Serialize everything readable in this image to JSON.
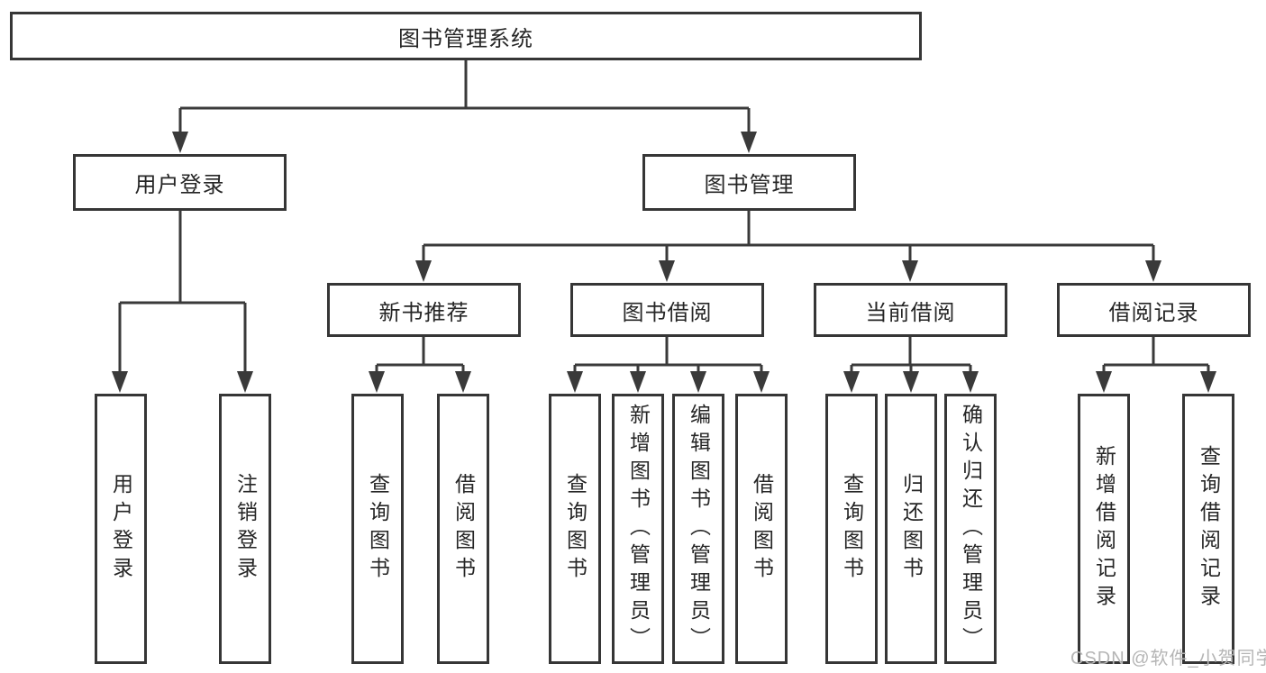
{
  "tree": {
    "label": "图书管理系统",
    "children": [
      {
        "label": "用户登录",
        "children": [
          {
            "label": "用户登录"
          },
          {
            "label": "注销登录"
          }
        ]
      },
      {
        "label": "图书管理",
        "children": [
          {
            "label": "新书推荐",
            "children": [
              {
                "label": "查询图书"
              },
              {
                "label": "借阅图书"
              }
            ]
          },
          {
            "label": "图书借阅",
            "children": [
              {
                "label": "查询图书"
              },
              {
                "label": "新增图书（管理员）"
              },
              {
                "label": "编辑图书（管理员）"
              },
              {
                "label": "借阅图书"
              }
            ]
          },
          {
            "label": "当前借阅",
            "children": [
              {
                "label": "查询图书"
              },
              {
                "label": "归还图书"
              },
              {
                "label": "确认归还（管理员）"
              }
            ]
          },
          {
            "label": "借阅记录",
            "children": [
              {
                "label": "新增借阅记录"
              },
              {
                "label": "查询借阅记录"
              }
            ]
          }
        ]
      }
    ]
  },
  "watermark": {
    "text": "CSDN @软件_小贺同学"
  },
  "colors": {
    "background": "#ffffff",
    "box_border": "#363636",
    "line": "#3a3a3a",
    "text": "#262626",
    "watermark_text": "#b5b5b5"
  }
}
